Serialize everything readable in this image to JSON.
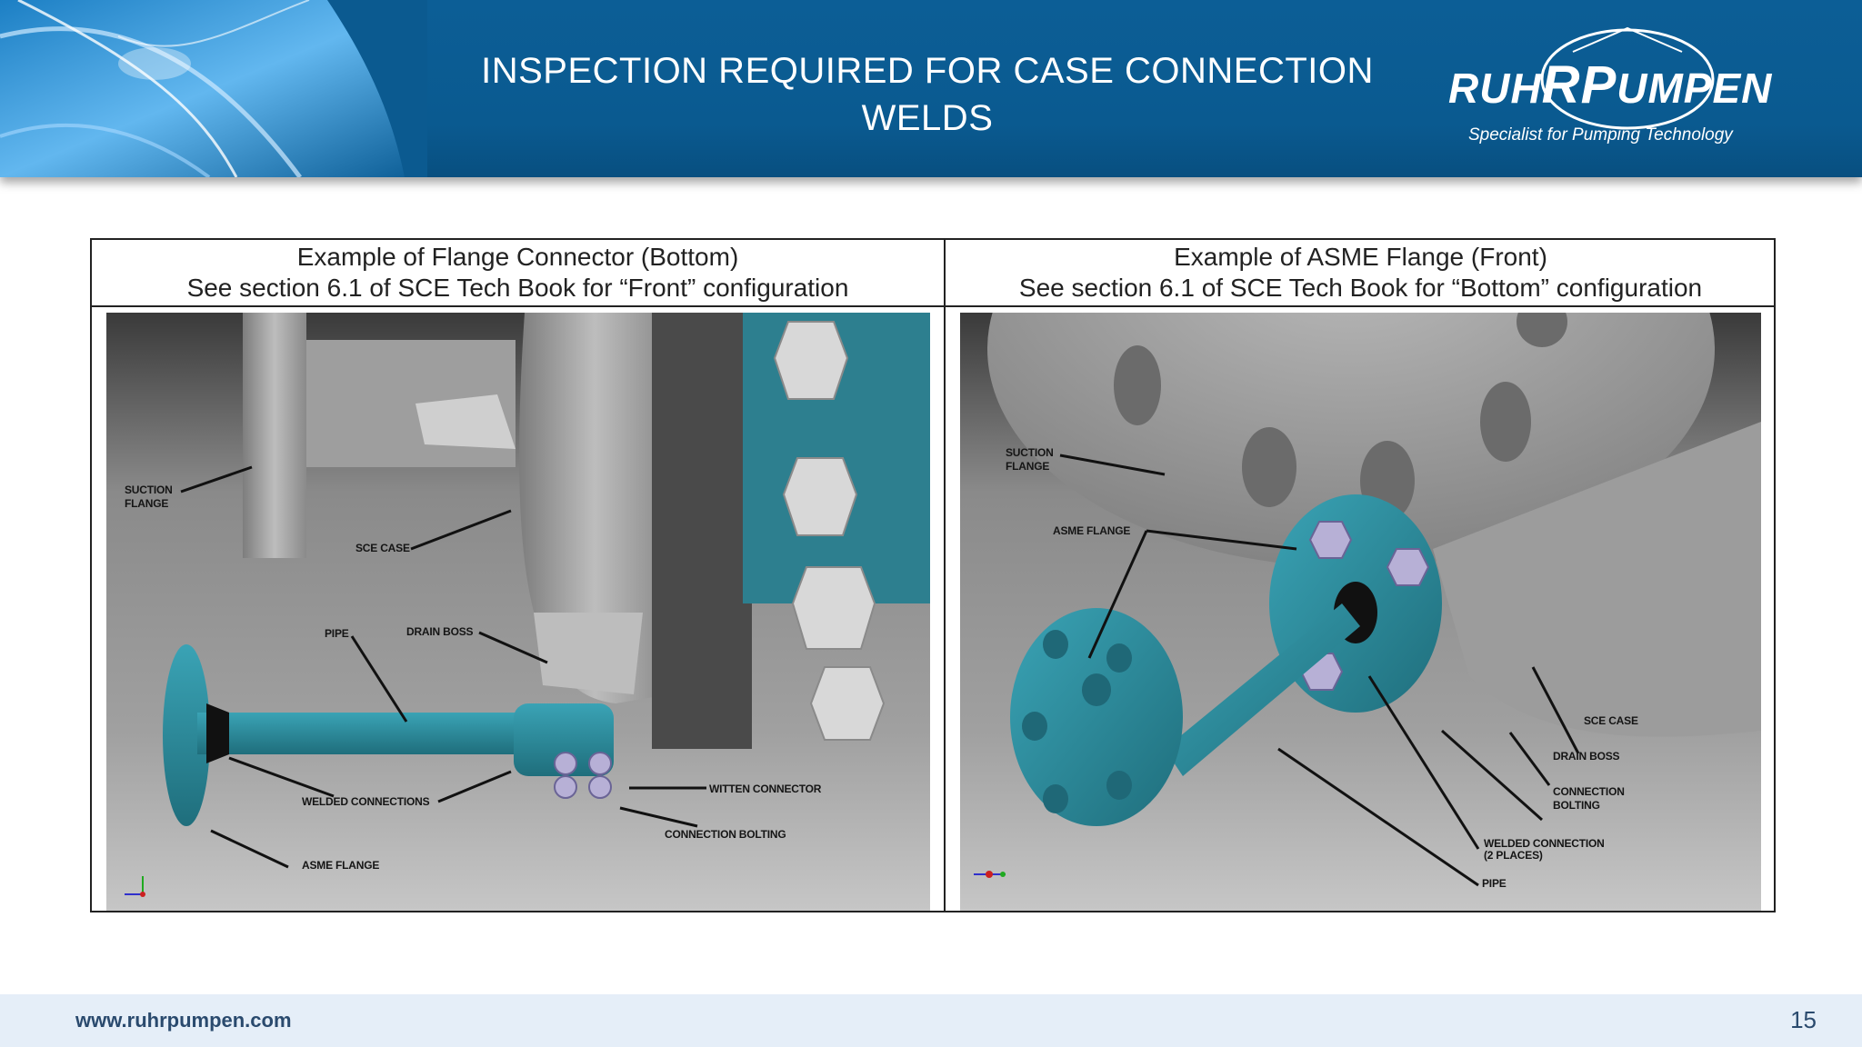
{
  "header": {
    "title_line1": "INSPECTION REQUIRED FOR CASE CONNECTION",
    "title_line2": "WELDS",
    "logo_text": {
      "a": "RUH",
      "b": "R",
      "c": "P",
      "d": "UMPEN"
    },
    "logo_tagline": "Specialist for Pumping Technology",
    "colors": {
      "banner": "#0a5a90",
      "text": "#ffffff"
    }
  },
  "table": {
    "left": {
      "caption_line1": "Example of Flange Connector (Bottom)",
      "caption_line2": "See section 6.1 of SCE Tech Book for “Front” configuration",
      "labels": {
        "suction_flange_1": "SUCTION",
        "suction_flange_2": "FLANGE",
        "sce_case": "SCE CASE",
        "pipe": "PIPE",
        "drain_boss": "DRAIN BOSS",
        "welded_connections": "WELDED CONNECTIONS",
        "witten_connector": "WITTEN CONNECTOR",
        "connection_bolting": "CONNECTION BOLTING",
        "asme_flange": "ASME FLANGE"
      }
    },
    "right": {
      "caption_line1": "Example of ASME Flange (Front)",
      "caption_line2": "See section 6.1 of SCE Tech Book for “Bottom” configuration",
      "labels": {
        "suction_flange_1": "SUCTION",
        "suction_flange_2": "FLANGE",
        "asme_flange": "ASME FLANGE",
        "sce_case": "SCE CASE",
        "drain_boss": "DRAIN BOSS",
        "connection_bolting_1": "CONNECTION",
        "connection_bolting_2": "BOLTING",
        "welded_connection_1": "WELDED CONNECTION",
        "welded_connection_2": "(2 PLACES)",
        "pipe": "PIPE"
      }
    },
    "colors": {
      "part_teal": "#2a7f8f",
      "steel": "#9a9a9a"
    }
  },
  "footer": {
    "url": "www.ruhrpumpen.com",
    "page_number": "15",
    "background": "#e5eef8"
  }
}
